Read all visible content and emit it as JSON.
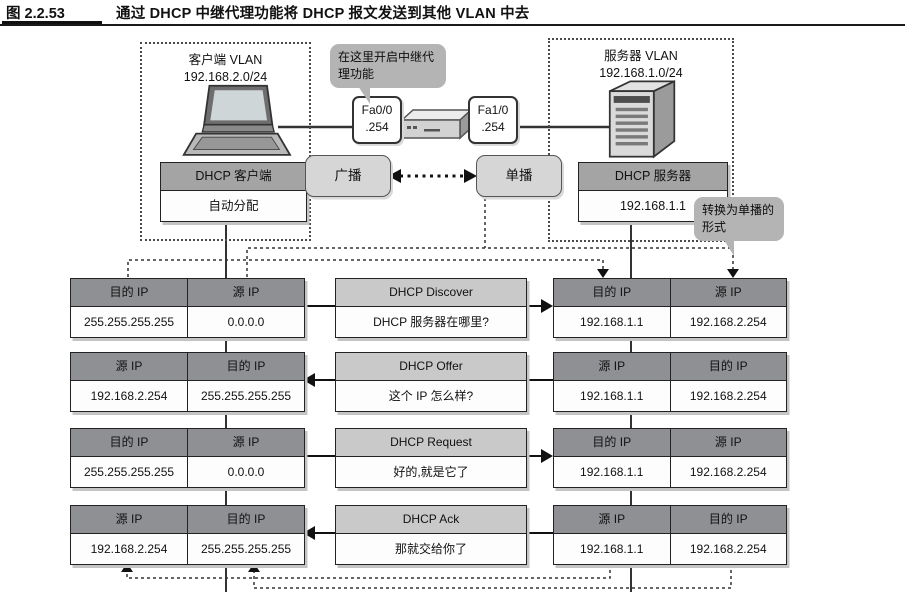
{
  "figure": {
    "number": "图 2.2.53",
    "title": "通过 DHCP 中继代理功能将 DHCP 报文发送到其他 VLAN 中去"
  },
  "client_vlan": {
    "name": "客户端 VLAN",
    "subnet": "192.168.2.0/24",
    "device_label": "DHCP 客户端",
    "device_value": "自动分配"
  },
  "server_vlan": {
    "name": "服务器 VLAN",
    "subnet": "192.168.1.0/24",
    "device_label": "DHCP 服务器",
    "device_value": "192.168.1.1"
  },
  "router": {
    "left_interface": "Fa0/0",
    "left_ip": ".254",
    "right_interface": "Fa1/0",
    "right_ip": ".254"
  },
  "callouts": {
    "relay": "在这里开启中继代理功能",
    "unicast": "转换为单播的形式"
  },
  "link_labels": {
    "broadcast": "广播",
    "unicast": "单播"
  },
  "colors": {
    "packet_header_gray": "#8f9093",
    "message_header_gray": "#c9c9c9",
    "device_header_gray": "#a4a4a4",
    "label_box_gray": "#d6d6d6",
    "callout_gray": "#b4b4b4",
    "line_black": "#222222"
  },
  "rows": [
    {
      "left": {
        "headers": [
          "目的 IP",
          "源 IP"
        ],
        "values": [
          "255.255.255.255",
          "0.0.0.0"
        ]
      },
      "msg": {
        "title": "DHCP Discover",
        "text": "DHCP 服务器在哪里?"
      },
      "right": {
        "headers": [
          "目的 IP",
          "源 IP"
        ],
        "values": [
          "192.168.1.1",
          "192.168.2.254"
        ]
      },
      "direction": "right"
    },
    {
      "left": {
        "headers": [
          "源 IP",
          "目的 IP"
        ],
        "values": [
          "192.168.2.254",
          "255.255.255.255"
        ]
      },
      "msg": {
        "title": "DHCP Offer",
        "text": "这个 IP 怎么样?"
      },
      "right": {
        "headers": [
          "源 IP",
          "目的 IP"
        ],
        "values": [
          "192.168.1.1",
          "192.168.2.254"
        ]
      },
      "direction": "left"
    },
    {
      "left": {
        "headers": [
          "目的 IP",
          "源 IP"
        ],
        "values": [
          "255.255.255.255",
          "0.0.0.0"
        ]
      },
      "msg": {
        "title": "DHCP Request",
        "text": "好的,就是它了"
      },
      "right": {
        "headers": [
          "目的 IP",
          "源 IP"
        ],
        "values": [
          "192.168.1.1",
          "192.168.2.254"
        ]
      },
      "direction": "right"
    },
    {
      "left": {
        "headers": [
          "源 IP",
          "目的 IP"
        ],
        "values": [
          "192.168.2.254",
          "255.255.255.255"
        ]
      },
      "msg": {
        "title": "DHCP Ack",
        "text": "那就交给你了"
      },
      "right": {
        "headers": [
          "源 IP",
          "目的 IP"
        ],
        "values": [
          "192.168.1.1",
          "192.168.2.254"
        ]
      },
      "direction": "left"
    }
  ]
}
